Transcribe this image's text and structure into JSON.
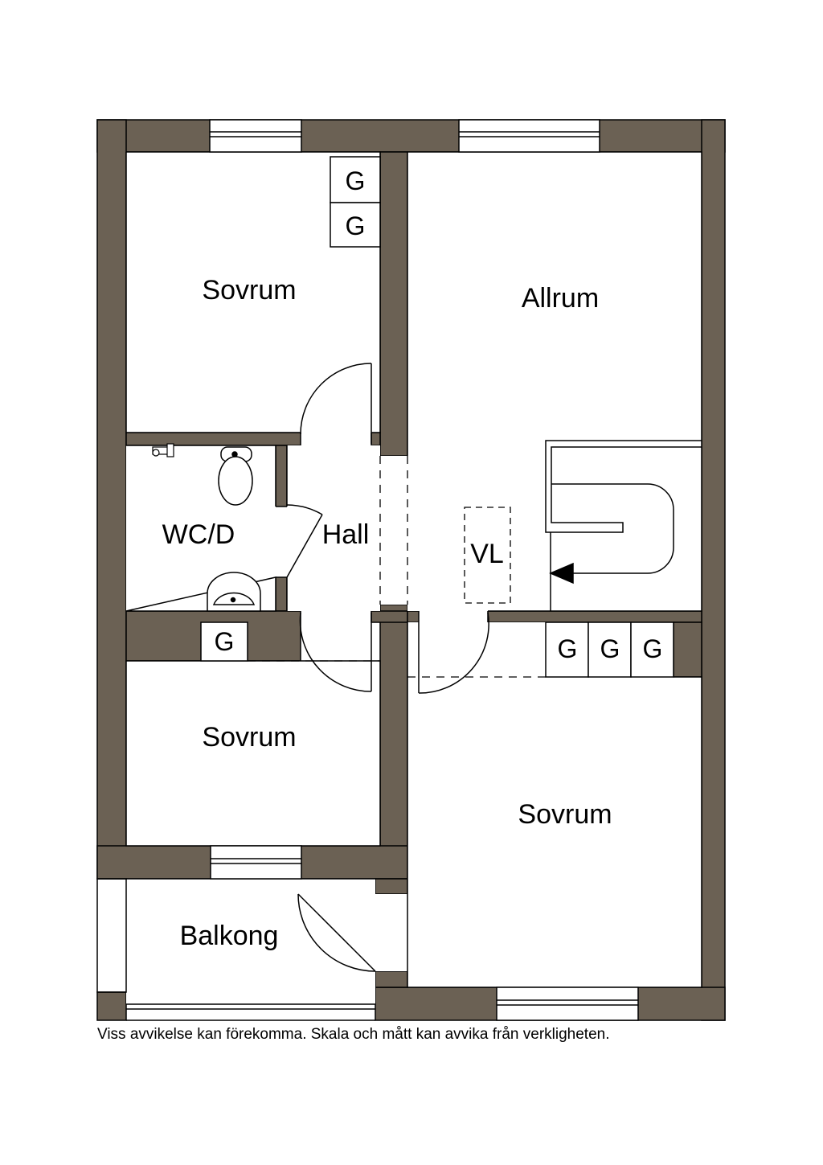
{
  "colors": {
    "wall": "#6b6154",
    "line": "#000000",
    "background": "#ffffff"
  },
  "rooms": {
    "sovrum_top": "Sovrum",
    "allrum": "Allrum",
    "wcd": "WC/D",
    "hall": "Hall",
    "vl": "VL",
    "sovrum_middle": "Sovrum",
    "sovrum_right": "Sovrum",
    "balkong": "Balkong"
  },
  "closets": {
    "top_1": "G",
    "top_2": "G",
    "middle": "G",
    "right_1": "G",
    "right_2": "G",
    "right_3": "G"
  },
  "disclaimer": "Viss avvikelse kan förekomma. Skala och mått kan avvika från verkligheten."
}
